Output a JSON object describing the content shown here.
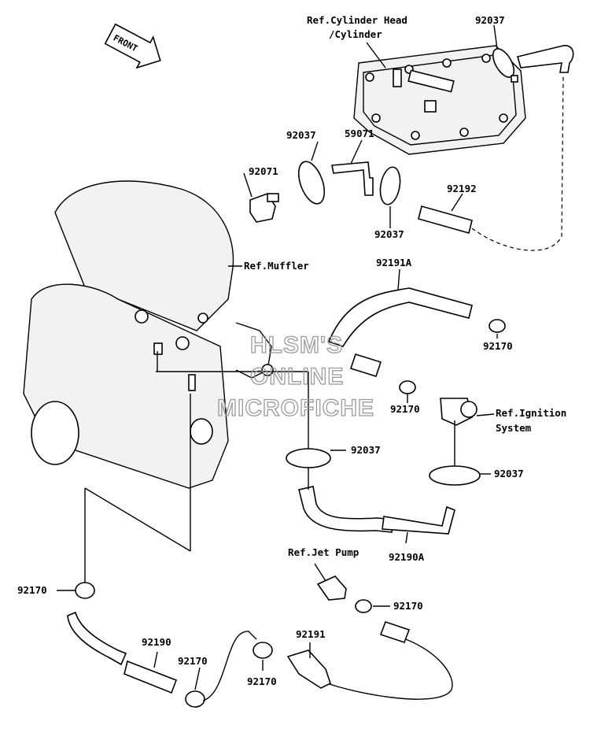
{
  "front_badge": "FRONT",
  "watermark": {
    "line1": "HLSM'S",
    "line2": "ONLINE",
    "line3": "MICROFICHE"
  },
  "refs": {
    "cylinder_head_line1": "Ref.Cylinder Head",
    "cylinder_head_line2": "/Cylinder",
    "muffler": "Ref.Muffler",
    "ignition_line1": "Ref.Ignition",
    "ignition_line2": "System",
    "jet_pump": "Ref.Jet Pump"
  },
  "parts": {
    "p92037_top": "92037",
    "p92037_left": "92037",
    "p59071": "59071",
    "p92071": "92071",
    "p92037_mid": "92037",
    "p92192": "92192",
    "p92191A": "92191A",
    "p92170_a": "92170",
    "p92170_b": "92170",
    "p92037_c": "92037",
    "p92037_d": "92037",
    "p92190A": "92190A",
    "p92170_left": "92170",
    "p92170_jet": "92170",
    "p92190": "92190",
    "p92191": "92191",
    "p92170_bl": "92170",
    "p92170_br": "92170"
  }
}
